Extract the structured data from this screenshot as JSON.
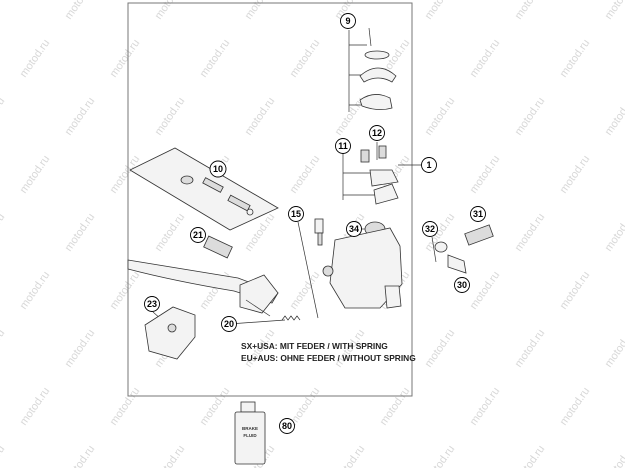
{
  "watermark": "motod.ru",
  "callouts": [
    {
      "id": "c9",
      "label": "9"
    },
    {
      "id": "c10",
      "label": "10"
    },
    {
      "id": "c11",
      "label": "11"
    },
    {
      "id": "c12",
      "label": "12"
    },
    {
      "id": "c1",
      "label": "1"
    },
    {
      "id": "c15",
      "label": "15"
    },
    {
      "id": "c34",
      "label": "34"
    },
    {
      "id": "c21",
      "label": "21"
    },
    {
      "id": "c32",
      "label": "32"
    },
    {
      "id": "c31",
      "label": "31"
    },
    {
      "id": "c30",
      "label": "30"
    },
    {
      "id": "c23",
      "label": "23"
    },
    {
      "id": "c20",
      "label": "20"
    },
    {
      "id": "c80",
      "label": "80"
    }
  ],
  "notes": {
    "line1": "SX+USA:  MIT FEDER / WITH SPRING",
    "line2": "EU+AUS:  OHNE FEDER / WITHOUT SPRING"
  },
  "bottle": {
    "line1": "BRAKE",
    "line2": "FLUID"
  }
}
